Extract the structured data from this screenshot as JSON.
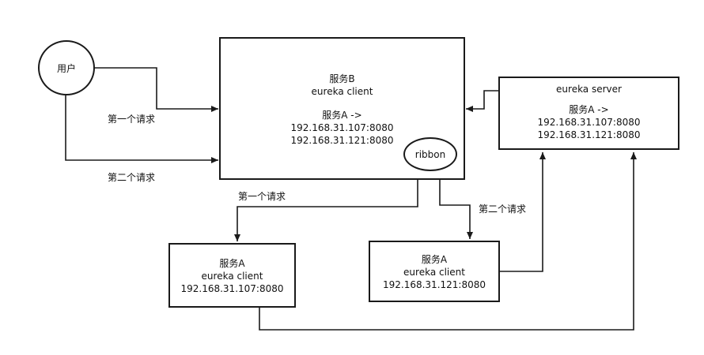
{
  "user": {
    "label": "用户"
  },
  "service_b": {
    "title": "服务B",
    "subtitle": "eureka client",
    "mapping_label": "服务A ->",
    "addresses": [
      "192.168.31.107:8080",
      "192.168.31.121:8080"
    ]
  },
  "ribbon": {
    "label": "ribbon"
  },
  "eureka_server": {
    "title": "eureka server",
    "mapping_label": "服务A ->",
    "addresses": [
      "192.168.31.107:8080",
      "192.168.31.121:8080"
    ]
  },
  "service_a_1": {
    "title": "服务A",
    "subtitle": "eureka client",
    "address": "192.168.31.107:8080"
  },
  "service_a_2": {
    "title": "服务A",
    "subtitle": "eureka client",
    "address": "192.168.31.121:8080"
  },
  "edges": {
    "user_first_request": "第一个请求",
    "user_second_request": "第二个请求",
    "ribbon_first_request": "第一个请求",
    "ribbon_second_request": "第二个请求"
  },
  "colors": {
    "stroke": "#1a1a1a",
    "background": "#ffffff"
  }
}
